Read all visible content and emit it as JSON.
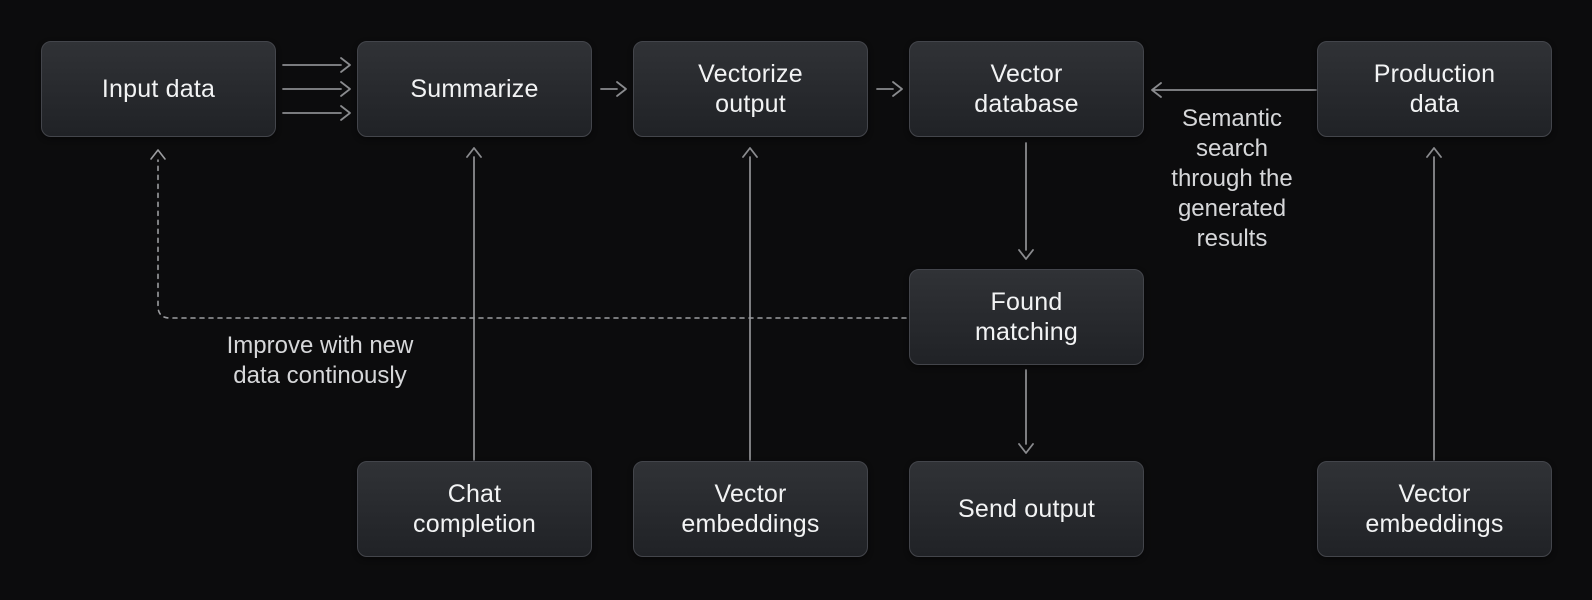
{
  "nodes": {
    "input_data": {
      "label": "Input data"
    },
    "summarize": {
      "label": "Summarize"
    },
    "vectorize_output": {
      "label": "Vectorize output"
    },
    "vector_database": {
      "label": "Vector database"
    },
    "production_data": {
      "label": "Production data"
    },
    "found_matching": {
      "label": "Found matching"
    },
    "chat_completion": {
      "label": "Chat completion"
    },
    "vector_embeddings_left": {
      "label": "Vector embeddings"
    },
    "send_output": {
      "label": "Send output"
    },
    "vector_embeddings_right": {
      "label": "Vector embeddings"
    }
  },
  "annotations": {
    "semantic_search": "Semantic search through the generated results",
    "improve_loop": "Improve with new data continously"
  },
  "colors": {
    "background": "#0c0c0d",
    "node_fill_top": "#303236",
    "node_fill_bottom": "#202226",
    "node_border": "#43454b",
    "node_text": "#f2f3f4",
    "arrow": "#8a8b8e",
    "dashed_arrow": "#9c9da0",
    "annotation_text": "#d6d7d9"
  }
}
